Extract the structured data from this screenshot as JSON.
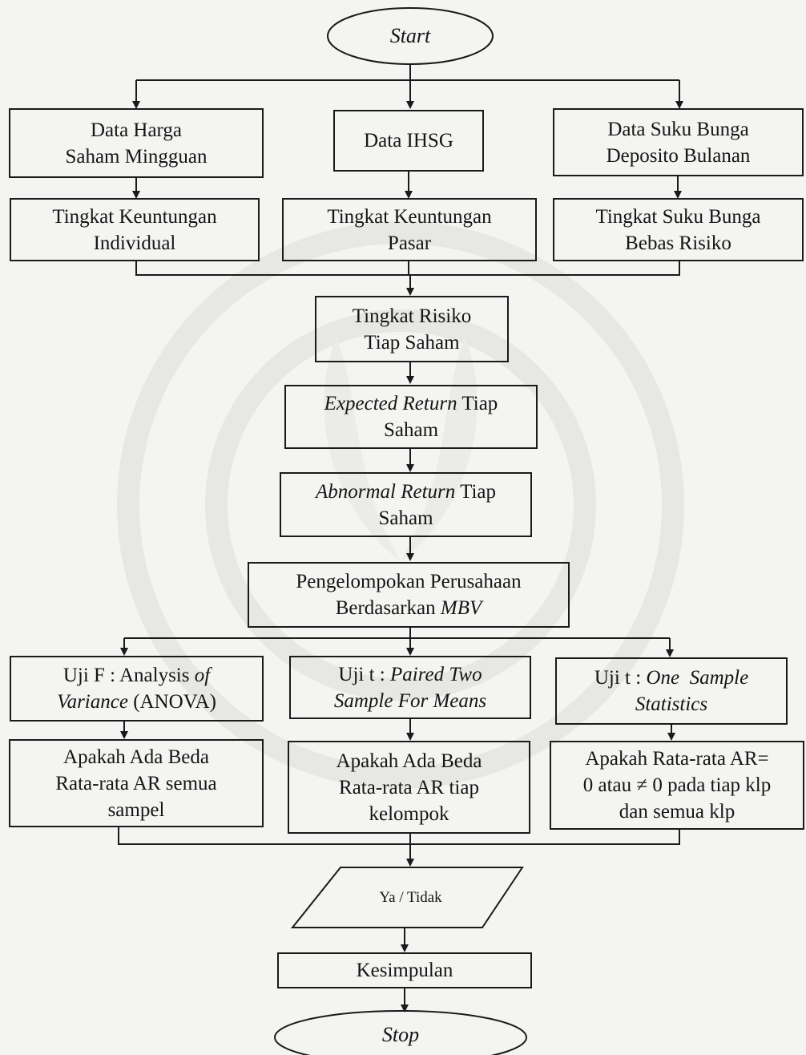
{
  "nodes": {
    "start": "Start",
    "stop": "Stop",
    "data_harga": [
      "Data Harga",
      "Saham Mingguan"
    ],
    "data_ihsg": "Data IHSG",
    "data_suku": [
      "Data Suku Bunga",
      "Deposito Bulanan"
    ],
    "tk_individual": [
      "Tingkat Keuntungan",
      "Individual"
    ],
    "tk_pasar": [
      "Tingkat Keuntungan",
      "Pasar"
    ],
    "tk_suku": [
      "Tingkat Suku Bunga",
      "Bebas Risiko"
    ],
    "risiko": [
      "Tingkat Risiko",
      "Tiap Saham"
    ],
    "expected": {
      "italic": "Expected Return",
      "rest": " Tiap",
      "line2": "Saham"
    },
    "abnormal": {
      "italic": "Abnormal Return",
      "rest": " Tiap",
      "line2": "Saham"
    },
    "pengelompokan": {
      "line1": "Pengelompokan Perusahaan",
      "prefix": "Berdasarkan ",
      "italic": "MBV"
    },
    "uji_f": {
      "l1_plain": "Uji F : Analysis ",
      "l1_italic": "of",
      "l2_italic": "Variance",
      "l2_plain": " (ANOVA)"
    },
    "uji_t_paired": {
      "l1_plain": "Uji t : ",
      "l1_italic": "Paired Two",
      "l2_italic": "Sample For Means"
    },
    "uji_t_one": {
      "l1_plain": "Uji t : ",
      "l1_italic": "One  Sample",
      "l2_italic": "Statistics"
    },
    "beda_semua": [
      "Apakah Ada Beda",
      "Rata-rata AR semua",
      "sampel"
    ],
    "beda_kelompok": [
      "Apakah Ada Beda",
      "Rata-rata AR tiap",
      "kelompok"
    ],
    "rata_nol": [
      "Apakah Rata-rata AR=",
      "0 atau ≠ 0 pada tiap klp",
      "dan semua klp"
    ],
    "decision": "Ya / Tidak",
    "kesimpulan": "Kesimpulan"
  },
  "colors": {
    "ink": "#1a1a1a",
    "paper": "#f4f4f2",
    "watermark": "#e9e9e6"
  }
}
